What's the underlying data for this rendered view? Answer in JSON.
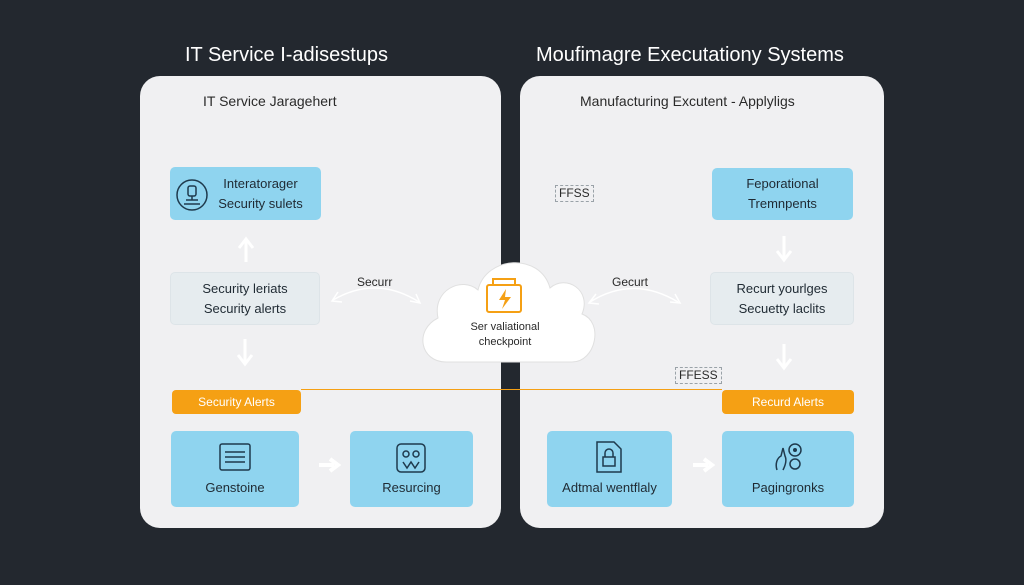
{
  "titles": {
    "left": "IT Service I-adisestups",
    "right": "Moufimagre Executationy Systems"
  },
  "left_panel": {
    "subtitle": "IT Service Jaragehert",
    "top_box": {
      "line1": "Interatorager",
      "line2": "Security sulets",
      "icon": "monitor-icon"
    },
    "middle_box": {
      "line1": "Security leriats",
      "line2": "Security alerts"
    },
    "orange_bar": "Security Alerts",
    "card1": {
      "label": "Genstoine",
      "icon": "document-list-icon"
    },
    "card2": {
      "label": "Resurcing",
      "icon": "panel-icon"
    },
    "arrow_label": "Securr"
  },
  "right_panel": {
    "subtitle": "Manufacturing Excutent - Applyligs",
    "dashed_label_top": "FFSS",
    "top_box": {
      "line1": "Feporational",
      "line2": "Tremnpents"
    },
    "middle_box": {
      "line1": "Recurt yourlges",
      "line2": "Secuetty laclits"
    },
    "dashed_label_bottom": "FFESS",
    "orange_bar": "Recurd Alerts",
    "card1": {
      "label": "Adtmal wentflaly",
      "icon": "lock-document-icon"
    },
    "card2": {
      "label": "Pagingronks",
      "icon": "gear-hand-icon"
    },
    "arrow_label": "Gecurt"
  },
  "cloud": {
    "line1": "Ser valiational",
    "line2": "checkpoint",
    "icon": "lightning-folder-icon"
  },
  "colors": {
    "background": "#23282f",
    "panel": "#f0f0f2",
    "blue_box": "#8fd4ef",
    "orange": "#f5a014",
    "text_dark": "#1f2a33"
  }
}
